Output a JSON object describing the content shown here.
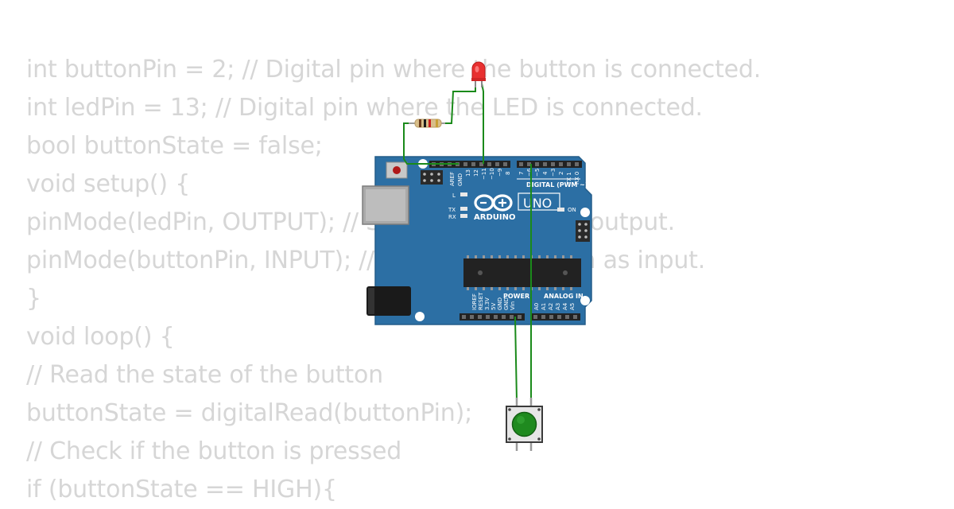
{
  "code_lines": [
    "int buttonPin = 2; // Digital pin where the button is connected.",
    "int ledPin = 13; // Digital pin where the LED is connected.",
    "bool buttonState = false;",
    "void setup() {",
    "pinMode(ledPin, OUTPUT); // Set the LED pin as output.",
    "pinMode(buttonPin, INPUT); // Set the button pin as input.",
    "}",
    "void loop() {",
    "// Read the state of the button",
    "buttonState = digitalRead(buttonPin);",
    "// Check if the button is pressed",
    "if (buttonState == HIGH){"
  ],
  "board": {
    "brand": "ARDUINO",
    "model": "UNO",
    "digital_label": "DIGITAL (PWM ~)",
    "power_label": "POWER",
    "analog_label": "ANALOG IN",
    "on_label": "ON",
    "l_label": "L",
    "tx_label": "TX",
    "rx_label": "RX",
    "aref_label": "AREF",
    "gnd_label": "GND",
    "digital_pins": [
      "13",
      "12",
      "~11",
      "~10",
      "~9",
      "8",
      "7",
      "~6",
      "~5",
      "4",
      "~3",
      "2",
      "TX 1",
      "RX 0"
    ],
    "power_pins": [
      "IOREF",
      "RESET",
      "3.3V",
      "5V",
      "GND",
      "GND",
      "Vin"
    ],
    "analog_pins": [
      "A0",
      "A1",
      "A2",
      "A3",
      "A4",
      "A5"
    ]
  },
  "colors": {
    "board": "#2c6fa4",
    "wire": "#1a8a1a",
    "led": "#e83030",
    "button_cap": "#1f8a1f",
    "code_text": "#d6d6d6"
  }
}
